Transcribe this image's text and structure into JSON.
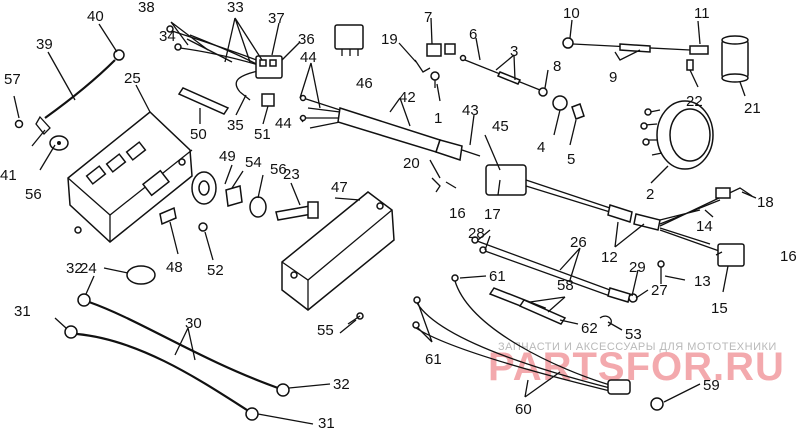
{
  "callouts": {
    "c1": "1",
    "c2": "2",
    "c3": "3",
    "c4": "4",
    "c5": "5",
    "c6": "6",
    "c7": "7",
    "c8": "8",
    "c9": "9",
    "c10": "10",
    "c11": "11",
    "c12": "12",
    "c13": "13",
    "c14": "14",
    "c15": "15",
    "c16": "16",
    "c17": "17",
    "c18": "18",
    "c19": "19",
    "c20": "20",
    "c21": "21",
    "c22": "22",
    "c23": "23",
    "c24": "24",
    "c25": "25",
    "c26": "26",
    "c27": "27",
    "c28": "28",
    "c29": "29",
    "c30": "30",
    "c31": "31",
    "c32": "32",
    "c33": "33",
    "c34": "34",
    "c35": "35",
    "c36": "36",
    "c37": "37",
    "c38": "38",
    "c39": "39",
    "c40": "40",
    "c41": "41",
    "c42": "42",
    "c43": "43",
    "c44": "44",
    "c45": "45",
    "c46": "46",
    "c47": "47",
    "c48": "48",
    "c49": "49",
    "c50": "50",
    "c51": "51",
    "c52": "52",
    "c53": "53",
    "c54": "54",
    "c55": "55",
    "c56": "56",
    "c57": "57",
    "c58": "58",
    "c59": "59",
    "c60": "60",
    "c61": "61",
    "c62": "62"
  },
  "watermark": {
    "tagline": "ЗАПЧАСТИ И АКСЕССУАРЫ ДЛЯ МОТОТЕХНИКИ",
    "site": "PARTSFOR.RU"
  },
  "colors": {
    "ink": "#111111",
    "watermark_text": "#f3a9ad",
    "watermark_tagline": "#b9b9b9"
  }
}
